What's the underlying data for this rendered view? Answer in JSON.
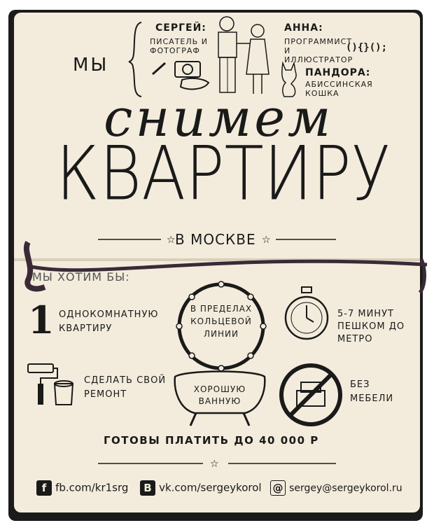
{
  "header": {
    "we": "МЫ",
    "sergey_name": "СЕРГЕЙ:",
    "sergey_role": "ПИСАТЕЛЬ И ФОТОГРАФ",
    "anna_name": "АННА:",
    "anna_role": "ПРОГРАММИСТ И ИЛЛЮСТРАТОР",
    "code_glyph": "(){}();",
    "pandora_name": "ПАНДОРА:",
    "pandora_role": "АБИССИНСКАЯ КОШКА"
  },
  "title": {
    "line1": "снимем",
    "line2": "КВАРТИРУ",
    "location": "В МОСКВЕ"
  },
  "wants": {
    "heading": "МЫ ХОТИМ БЫ:",
    "number": "1",
    "apartment": "ОДНОКОМНАТНУЮ КВАРТИРУ",
    "ring": "В ПРЕДЕЛАХ КОЛЬЦЕВОЙ ЛИНИИ",
    "metro": "5-7 МИНУТ ПЕШКОМ ДО МЕТРО",
    "renovation": "СДЕЛАТЬ СВОЙ РЕМОНТ",
    "bath": "ХОРОШУЮ ВАННУЮ",
    "furniture": "БЕЗ МЕБЕЛИ",
    "price": "ГОТОВЫ ПЛАТИТЬ ДО 40 000 Р"
  },
  "contacts": {
    "fb_icon": "f",
    "fb": "fb.com/kr1srg",
    "vk_icon": "B",
    "vk": "vk.com/sergeykorol",
    "mail_icon": "@",
    "mail": "sergey@sergeykorol.ru"
  }
}
